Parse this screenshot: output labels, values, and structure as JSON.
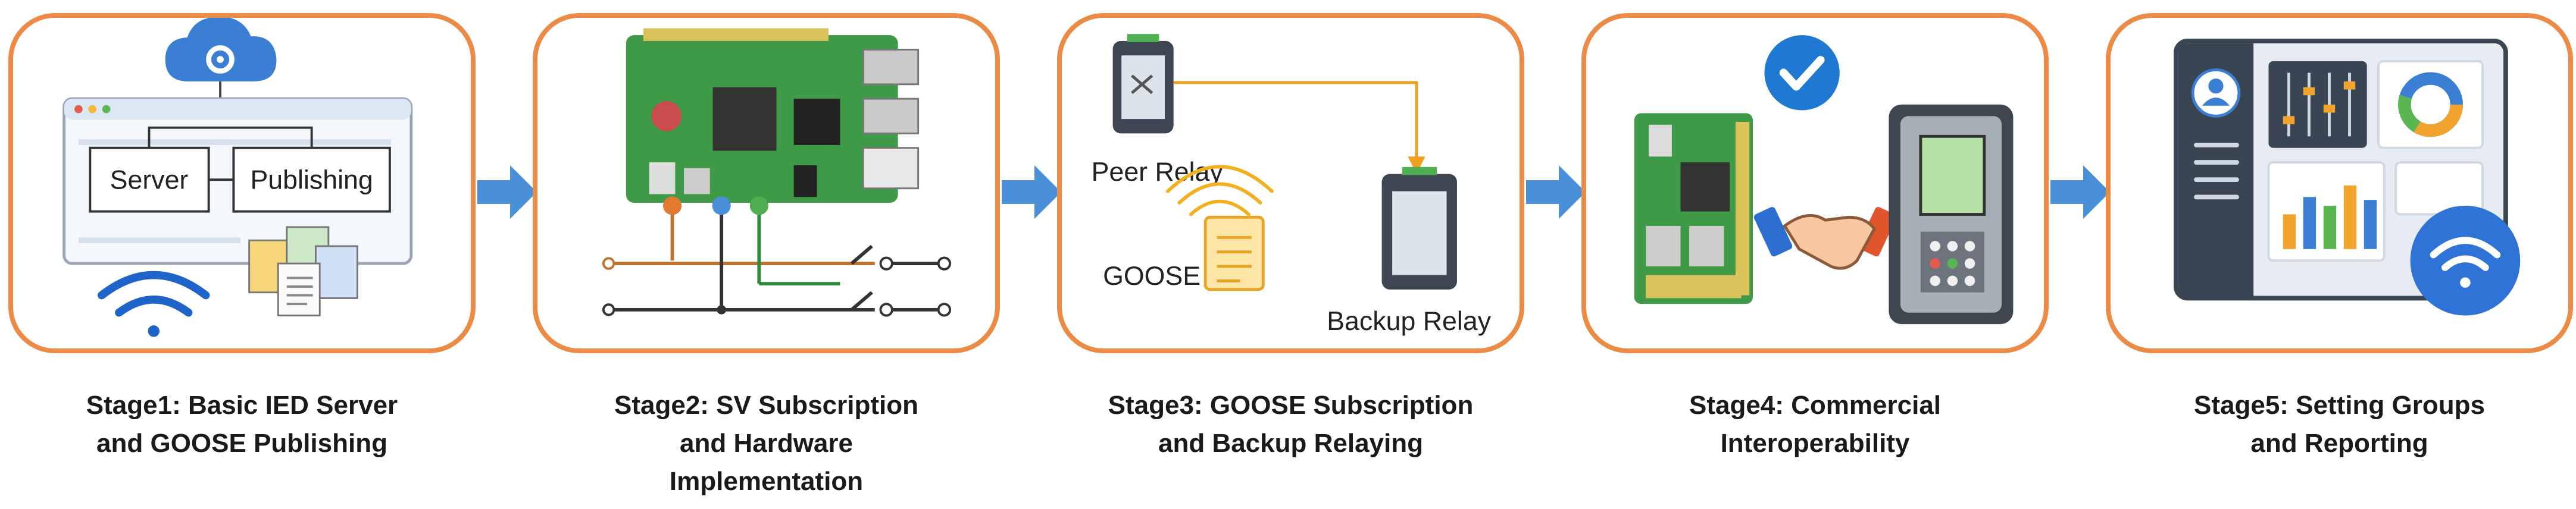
{
  "stages": [
    {
      "caption": [
        "Stage1: Basic IED Server",
        "and GOOSE Publishing"
      ],
      "labels": {
        "server": "Server",
        "publishing": "Publishing"
      },
      "icons": [
        "cloud-gear-icon",
        "browser-window-icon",
        "documents-icon",
        "wifi-icon"
      ]
    },
    {
      "caption": [
        "Stage2: SV Subscription",
        "and Hardware",
        "Implementation"
      ],
      "icons": [
        "raspberry-pi-board-icon",
        "circuit-switch-icon"
      ]
    },
    {
      "caption": [
        "Stage3: GOOSE Subscription",
        "and Backup Relaying"
      ],
      "labels": {
        "peer": "Peer Relay",
        "goose": "GOOSE",
        "backup": "Backup Relay"
      },
      "icons": [
        "peer-relay-device-icon",
        "backup-relay-device-icon",
        "goose-document-icon",
        "signal-icon"
      ]
    },
    {
      "caption": [
        "Stage4: Commercial",
        "Interoperability"
      ],
      "icons": [
        "checkmark-icon",
        "raspberry-pi-board-icon",
        "handshake-icon",
        "relay-terminal-icon"
      ]
    },
    {
      "caption": [
        "Stage5: Setting Groups",
        "and Reporting"
      ],
      "icons": [
        "dashboard-icon",
        "avatar-icon",
        "sliders-icon",
        "donut-chart-icon",
        "bar-chart-icon",
        "wifi-icon"
      ]
    }
  ],
  "colors": {
    "border": "#ec8b45",
    "arrow": "#4a90d9",
    "board": "#3f9a47"
  }
}
